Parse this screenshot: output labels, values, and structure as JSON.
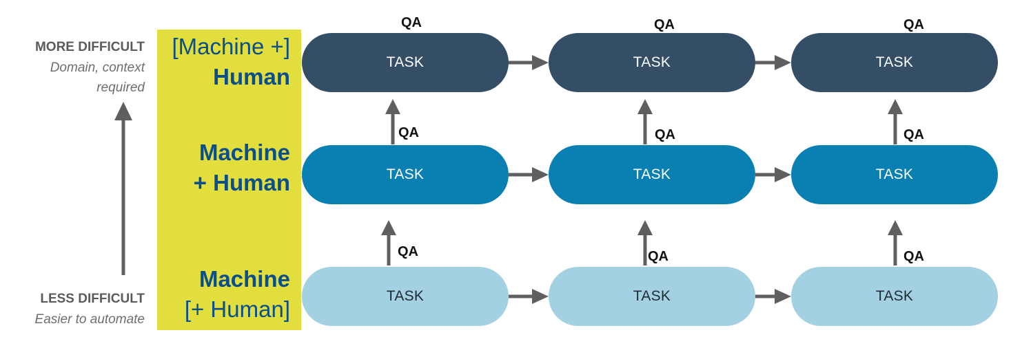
{
  "axis": {
    "top_heading": "MORE DIFFICULT",
    "top_sub_line1": "Domain, context",
    "top_sub_line2": "required",
    "bottom_heading": "LESS DIFFICULT",
    "bottom_sub": "Easier to automate"
  },
  "levels": {
    "top_line1": "[Machine +]",
    "top_line2": "Human",
    "middle_line1": "Machine",
    "middle_line2": "+ Human",
    "bottom_line1": "Machine",
    "bottom_line2": "[+ Human]"
  },
  "task_label": "TASK",
  "qa_label": "QA",
  "colors": {
    "band": "#e2de3e",
    "level_text": "#0a4f8a",
    "task_dark": "#344e66",
    "task_mid": "#0a80b2",
    "task_light": "#a3d1e2",
    "arrow": "#5f5f5f"
  }
}
